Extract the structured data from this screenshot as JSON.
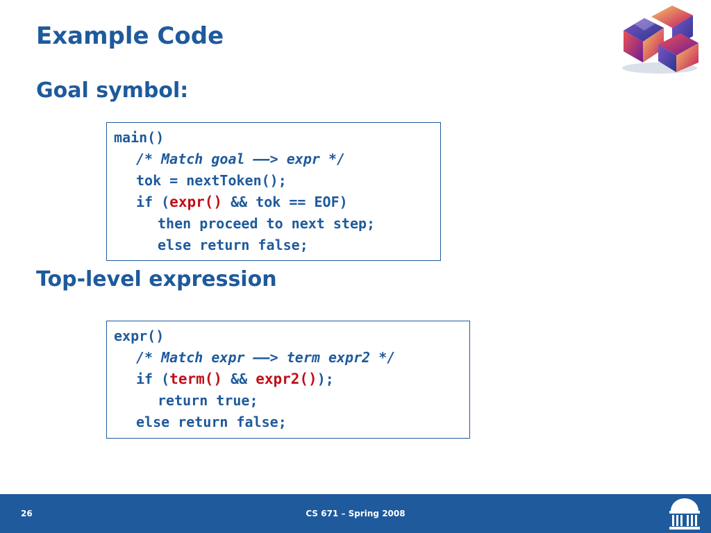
{
  "slide": {
    "title": "Example Code",
    "heading_goal": "Goal symbol:",
    "heading_toplevel": "Top-level expression"
  },
  "code1": {
    "l1": "main()",
    "l2": "/* Match goal ——> expr */",
    "l3": "tok = nextToken();",
    "l4_a": "if (",
    "l4_b": "expr()",
    "l4_c": " && tok == EOF)",
    "l5": "then proceed to next step;",
    "l6": "else return false;"
  },
  "code2": {
    "l1": "expr()",
    "l2": "/* Match expr ——> term expr2 */",
    "l3_a": "if (",
    "l3_b": "term()",
    "l3_c": " && ",
    "l3_d": "expr2()",
    "l3_e": ");",
    "l4": "return true;",
    "l5": "else return false;"
  },
  "footer": {
    "slide_number": "26",
    "course": "CS 671 – Spring 2008"
  },
  "colors": {
    "accent_blue": "#1E5A9C",
    "highlight_red": "#C0101A"
  },
  "icons": {
    "top_right": "cube-logo-icon",
    "footer_right": "rotunda-logo-icon"
  }
}
